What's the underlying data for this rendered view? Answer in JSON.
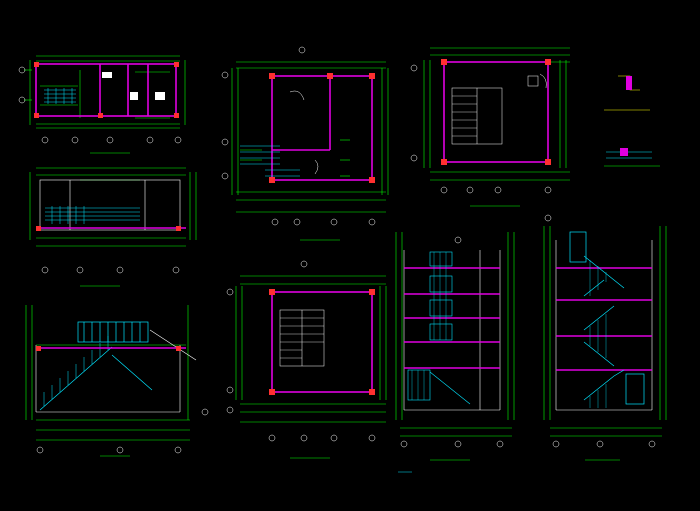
{
  "drawing": {
    "background": "#000000",
    "colors": {
      "wall": "#e000e0",
      "dimension": "#00ff00",
      "stair": "#00e5ff",
      "grid": "#ffffff",
      "annotation": "#ffff00",
      "column": "#ff3030"
    },
    "sheet_mark": "",
    "views": [
      {
        "id": "plan-top-left",
        "caption": "",
        "scale": ""
      },
      {
        "id": "plan-top-center",
        "caption": "",
        "scale": ""
      },
      {
        "id": "plan-top-right",
        "caption": "",
        "scale": ""
      },
      {
        "id": "plan-middle-left",
        "caption": "",
        "scale": ""
      },
      {
        "id": "section-bottom-left",
        "caption": "",
        "scale": ""
      },
      {
        "id": "plan-bottom-center",
        "caption": "",
        "scale": ""
      },
      {
        "id": "section-bottom-center-right",
        "caption": "",
        "scale": ""
      },
      {
        "id": "section-bottom-right",
        "caption": "",
        "scale": ""
      }
    ]
  }
}
